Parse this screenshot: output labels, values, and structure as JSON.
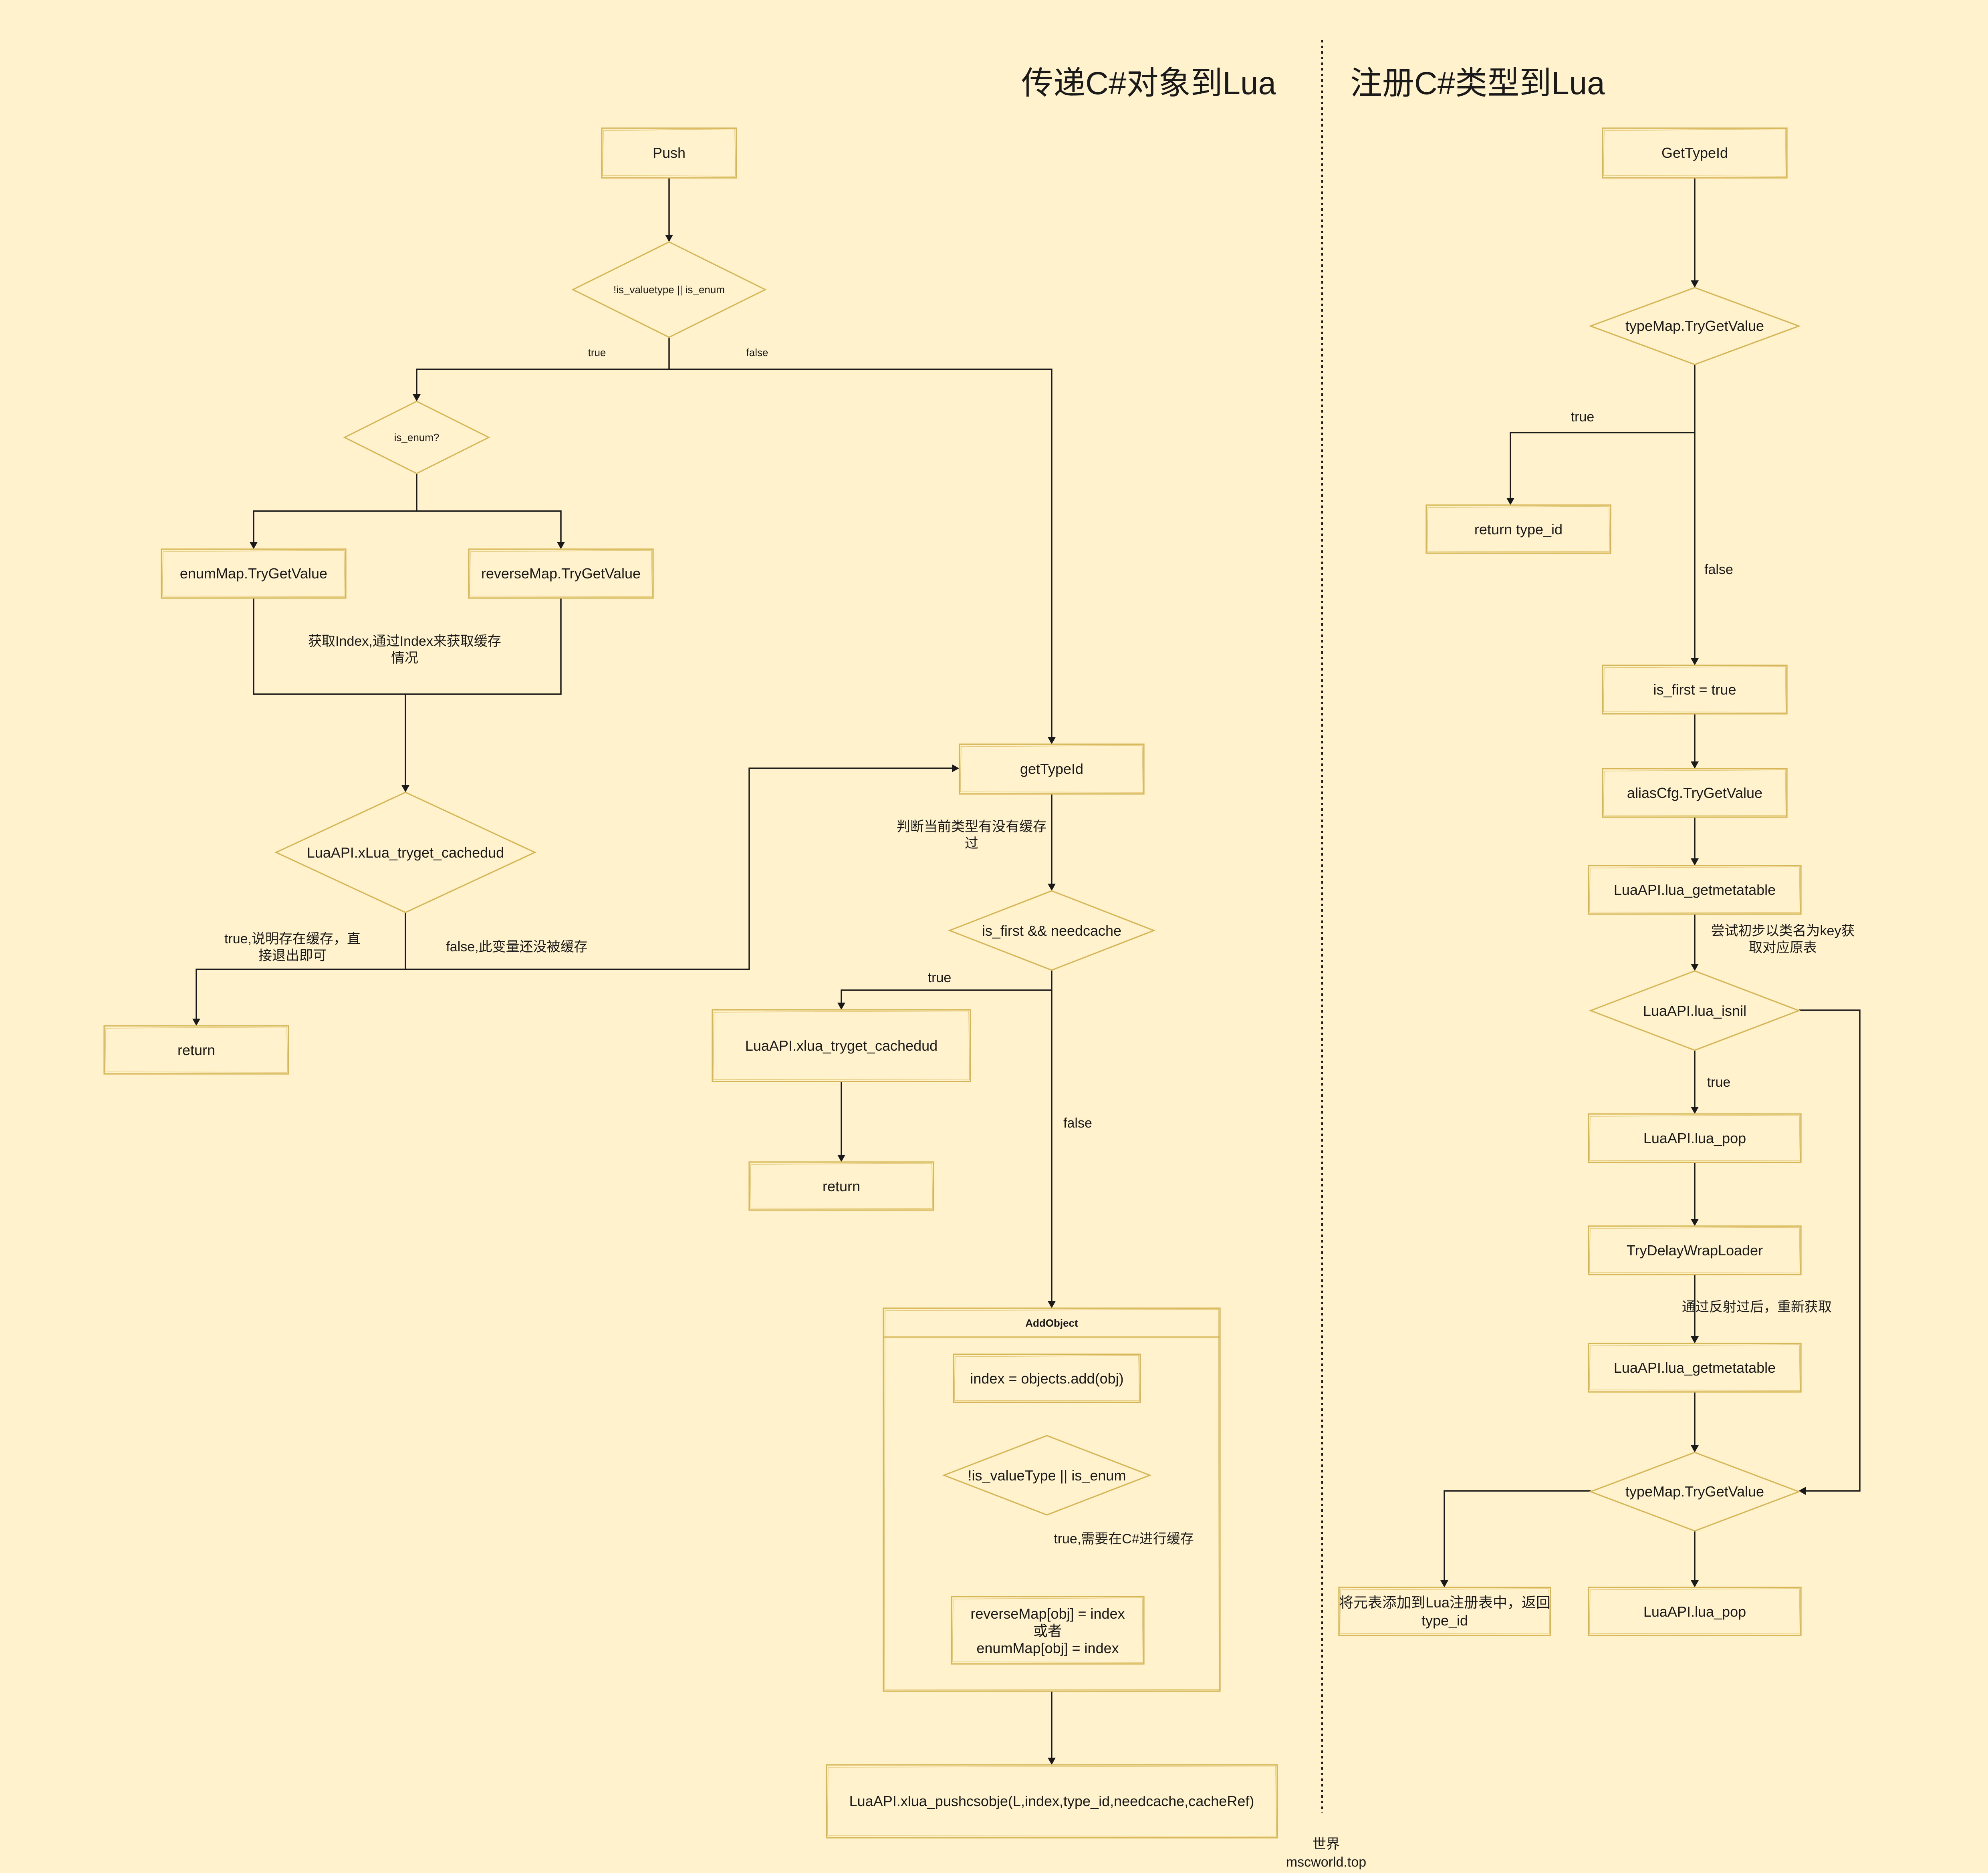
{
  "titles": {
    "left": "传递C#对象到Lua",
    "right": "注册C#类型到Lua"
  },
  "nodes": {
    "push": "Push",
    "is_valuetype_or_enum": "!is_valuetype || is_enum",
    "is_enum": "is_enum?",
    "enummap_trygetvalue": "enumMap.TryGetValue",
    "reversemap_trygetvalue": "reverseMap.TryGetValue",
    "xlua_tryget_cachedud_1": "LuaAPI.xLua_tryget_cachedud",
    "return_1": "return",
    "gettypeid_call": "getTypeId",
    "is_first_needcache": "is_first && needcache",
    "xlua_tryget_cachedud_2": "LuaAPI.xlua_tryget_cachedud",
    "return_2": "return",
    "add_object_group": "AddObject",
    "objects_add": "index = objects.add(obj)",
    "is_valuetype_or_enum_2": "!is_valueType || is_enum",
    "reversemap_assign": [
      "reverseMap[obj] = index",
      "或者",
      "enumMap[obj] = index"
    ],
    "pushcsobj": "LuaAPI.xlua_pushcsobje(L,index,type_id,needcache,cacheRef)",
    "gettypeid_title": "GetTypeId",
    "typemap_trygetvalue_1": "typeMap.TryGetValue",
    "return_type_id": "return type_id",
    "is_first_true": "is_first = true",
    "aliascfg_trygetvalue": "aliasCfg.TryGetValue",
    "lua_getmetatable_1": "LuaAPI.lua_getmetatable",
    "lua_isnil": "LuaAPI.lua_isnil",
    "lua_pop_1": "LuaAPI.lua_pop",
    "trydelaywraploader": "TryDelayWrapLoader",
    "lua_getmetatable_2": "LuaAPI.lua_getmetatable",
    "typemap_trygetvalue_2": "typeMap.TryGetValue",
    "add_to_registry": [
      "将元表添加到Lua注册表中，返回",
      "type_id"
    ],
    "lua_pop_2": "LuaAPI.lua_pop"
  },
  "edge_labels": {
    "true_1": "true",
    "false_1": "false",
    "get_index_note": [
      "获取Index,通过Index来获取缓存",
      "情况"
    ],
    "cached_true": [
      "true,说明存在缓存，直",
      "接退出即可"
    ],
    "cached_false": "false,此变量还没被缓存",
    "check_cache_note": [
      "判断当前类型有没有缓存",
      "过"
    ],
    "true_2": "true",
    "false_2": "false",
    "need_cache_note": "true,需要在C#进行缓存",
    "true_3": "true",
    "false_3": "false",
    "try_key_note": [
      "尝试初步以类名为key获",
      "取对应原表"
    ],
    "true_4": "true",
    "reflect_note": "通过反射过后，重新获取"
  },
  "watermark": {
    "line1": "世界",
    "line2": "mscworld.top"
  }
}
